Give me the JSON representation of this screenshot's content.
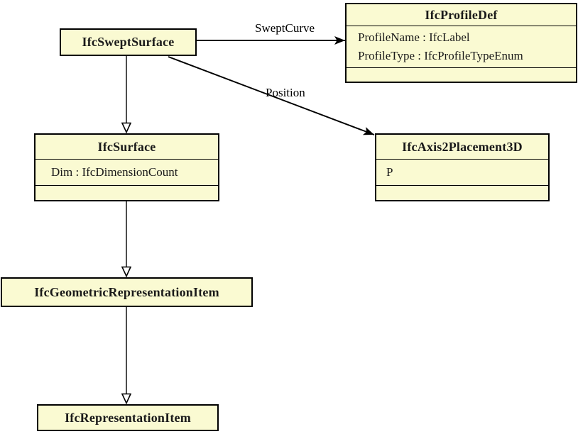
{
  "diagram": {
    "title": "UML class diagram of IfcSweptSurface",
    "colors": {
      "class_fill": "#fafad2",
      "border": "#000000",
      "background": "#ffffff"
    },
    "classes": [
      {
        "title": "IfcSweptSurface",
        "attributes": []
      },
      {
        "title": "IfcProfileDef",
        "attributes": [
          "ProfileName : IfcLabel",
          "ProfileType : IfcProfileTypeEnum"
        ]
      },
      {
        "title": "IfcSurface",
        "attributes": [
          "Dim : IfcDimensionCount"
        ]
      },
      {
        "title": "IfcAxis2Placement3D",
        "attributes": [
          "P"
        ]
      },
      {
        "title": "IfcGeometricRepresentationItem",
        "attributes": []
      },
      {
        "title": "IfcRepresentationItem",
        "attributes": []
      }
    ],
    "associations": [
      {
        "label": "SweptCurve",
        "from": "IfcSweptSurface",
        "to": "IfcProfileDef"
      },
      {
        "label": "Position",
        "from": "IfcSweptSurface",
        "to": "IfcAxis2Placement3D"
      }
    ],
    "generalizations": [
      {
        "from": "IfcSweptSurface",
        "to": "IfcSurface"
      },
      {
        "from": "IfcSurface",
        "to": "IfcGeometricRepresentationItem"
      },
      {
        "from": "IfcGeometricRepresentationItem",
        "to": "IfcRepresentationItem"
      }
    ]
  }
}
